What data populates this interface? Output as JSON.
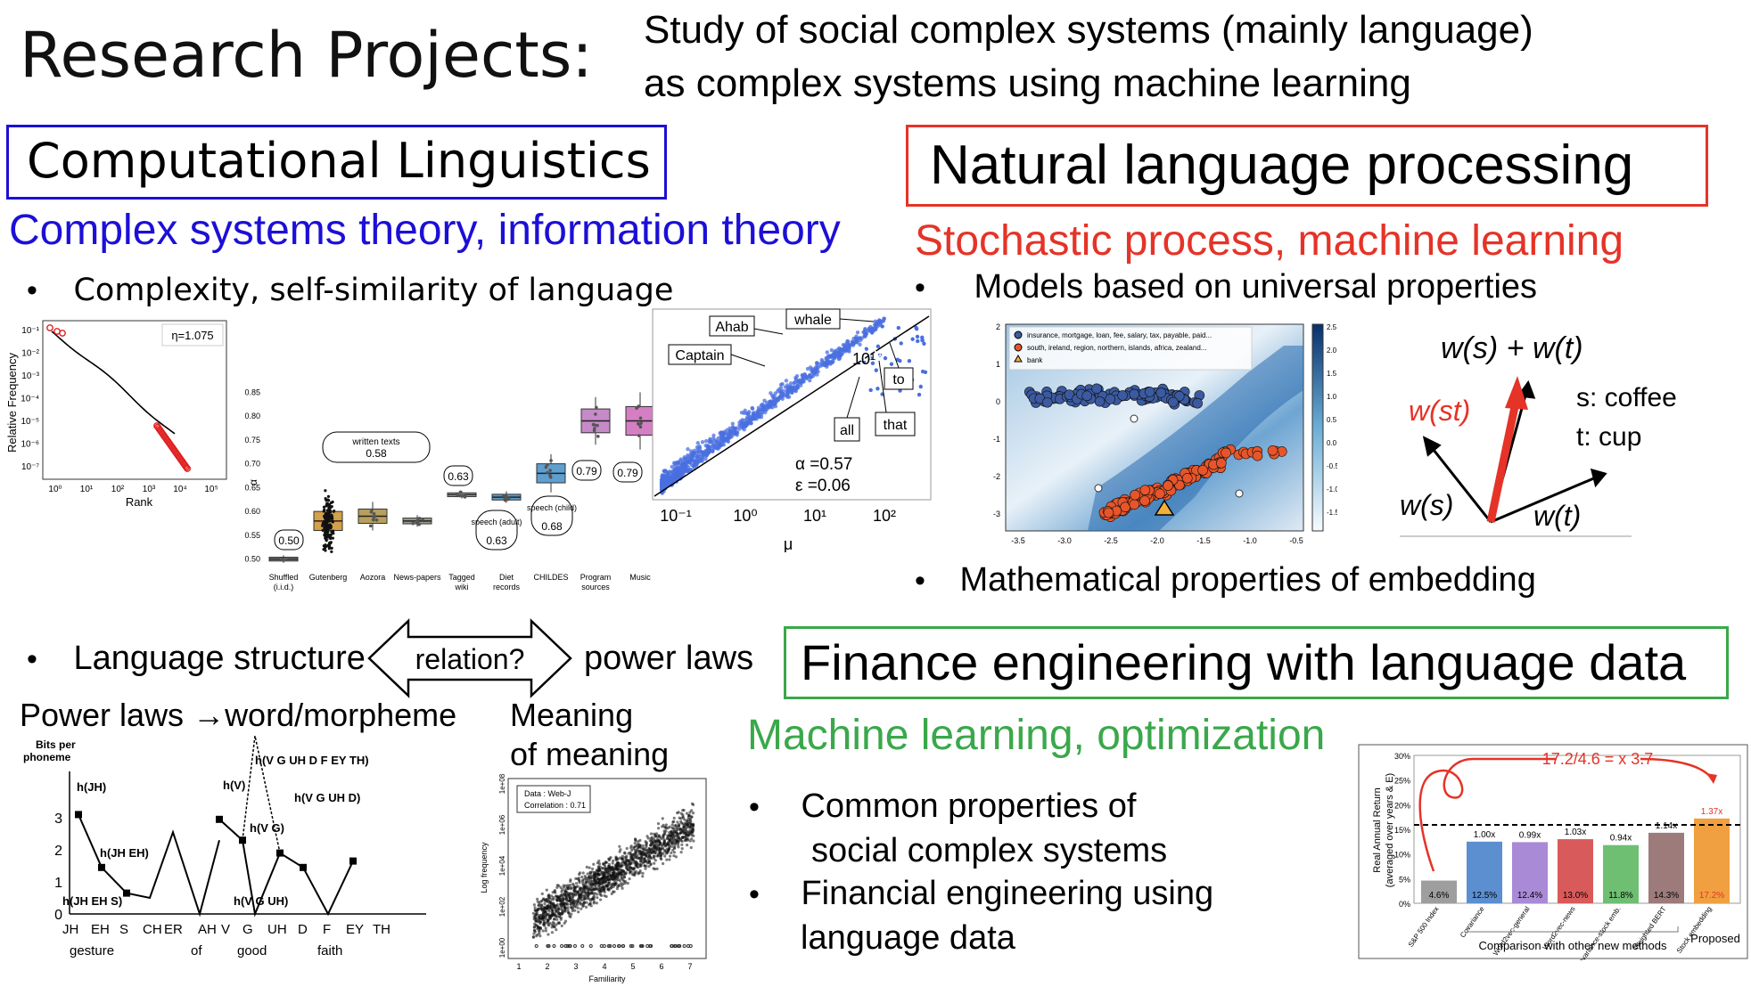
{
  "title": "Research Projects:",
  "subtitle_lines": [
    "Study of social complex systems (mainly language)",
    "as complex systems using machine learning"
  ],
  "left": {
    "box_title": "Computational Linguistics",
    "heading": "Complex systems theory, information theory",
    "bullet1": "Complexity,  self-similarity of language",
    "bullet2": "Language structure",
    "relation": "relation?",
    "power_laws": "power laws",
    "power_laws_word": "Power laws →word/morpheme",
    "meaning_line1": "Meaning",
    "meaning_line2": "of meaning"
  },
  "right": {
    "box_title": "Natural language processing",
    "heading": "Stochastic process, machine learning",
    "bullet1": "Models based on  universal properties",
    "bullet2": "Mathematical properties  of  embedding"
  },
  "finance": {
    "box_title": "Finance engineering with language data",
    "heading": "Machine learning, optimization",
    "bullet1_line1": "Common properties of",
    "bullet1_line2": "social complex systems",
    "bullet2_line1": "Financial engineering using",
    "bullet2_line2": "language data"
  },
  "zipf_plot": {
    "annotation": "η=1.075",
    "xlabel": "Rank",
    "ylabel": "Relative Frequency",
    "yticks": [
      "10⁻¹",
      "10⁻²",
      "10⁻³",
      "10⁻⁴",
      "10⁻⁵",
      "10⁻⁶",
      "10⁻⁷"
    ],
    "xticks": [
      "10⁰",
      "10¹",
      "10²",
      "10³",
      "10⁴",
      "10⁵"
    ]
  },
  "box_plot": {
    "ylabel": "α",
    "yticks": [
      "0.85",
      "0.80",
      "0.75",
      "0.70",
      "0.65",
      "0.60",
      "0.55",
      "0.50"
    ],
    "categories": [
      "Shuffled (i.i.d.)",
      "Gutenberg",
      "Aozora",
      "News-papers",
      "Tagged wiki",
      "Diet records",
      "CHILDES",
      "Program sources",
      "Music"
    ],
    "medians": [
      0.5,
      0.58,
      0.59,
      0.58,
      0.635,
      0.63,
      0.68,
      0.79,
      0.79
    ],
    "colors": [
      "#8a8a8a",
      "#d4a04a",
      "#b8a05c",
      "#9a9a8a",
      "#b0b0b0",
      "#5a9bc7",
      "#5f9fd0",
      "#c58ac7",
      "#d47fc4"
    ],
    "labels": [
      "0.50",
      "written texts",
      "0.58",
      "0.63",
      "speech (adult)",
      "0.63",
      "speech (child)",
      "0.68",
      "0.79",
      "0.79"
    ]
  },
  "scatter_plot": {
    "labels": [
      "Ahab",
      "whale",
      "Captain",
      "to",
      "all",
      "that"
    ],
    "alpha": "α =0.57",
    "epsilon": "ε =0.06",
    "xlabel": "μ",
    "xticks": [
      "10⁻¹",
      "10⁰",
      "10¹",
      "10²"
    ],
    "ytick": "10¹"
  },
  "embedding_plot": {
    "legend": [
      "insurance, mortgage, loan, fee, salary, tax, payable, paid...",
      "south, ireland, region, northern, islands, africa, zealand...",
      "bank"
    ],
    "xticks": [
      "-3.5",
      "-3.0",
      "-2.5",
      "-2.0",
      "-1.5",
      "-1.0",
      "-0.5"
    ],
    "yticks": [
      "2",
      "1",
      "0",
      "-1",
      "-2",
      "-3"
    ],
    "cbar_ticks": [
      "2.5",
      "2.0",
      "1.5",
      "1.0",
      "0.5",
      "0.0",
      "-0.5",
      "-1.0",
      "-1.5"
    ]
  },
  "vector_diagram": {
    "sum": "w(s) + w(t)",
    "st": "w(st)",
    "ws": "w(s)",
    "wt": "w(t)",
    "s_label": "s: coffee",
    "t_label": "t:  cup"
  },
  "phoneme_plot": {
    "ylabel_line1": "Bits per",
    "ylabel_line2": "phoneme",
    "yticks": [
      "3",
      "2",
      "1",
      "0"
    ],
    "labels": [
      "h(JH)",
      "h(JH EH)",
      "h(JH EH S)",
      "h(V)",
      "h(V G)",
      "h(V G UH D)",
      "h(V G UH D F EY TH)",
      "h(V G UH)"
    ],
    "phonemes": [
      "JH",
      "EH",
      "S",
      "CH",
      "ER",
      "AH",
      "V",
      "G",
      "UH",
      "D",
      "F",
      "EY",
      "TH"
    ],
    "words": [
      "gesture",
      "of",
      "good",
      "faith"
    ]
  },
  "freq_plot": {
    "legend_line1": "Data : Web-J",
    "legend_line2": "Correlation : 0.71",
    "xlabel": "Familiarity",
    "ylabel": "Log frequency",
    "xticks": [
      "1",
      "2",
      "3",
      "4",
      "5",
      "6",
      "7"
    ],
    "yticks": [
      "1e+00",
      "1e+02",
      "1e+04",
      "1e+06",
      "1e+08"
    ]
  },
  "finance_chart": {
    "ratio": "17.2/4.6 = x 3.7",
    "ylabel_line1": "Real Annual Return",
    "ylabel_line2": "(averaged over years & E)",
    "yticks": [
      "30%",
      "25%",
      "20%",
      "15%",
      "10%",
      "5%",
      "0%"
    ],
    "categories": [
      "S&P 500 Index",
      "Covariance",
      "Word2vec-general",
      "Word2vec-news",
      "Covariance-stock emb.",
      "Weighted BERT",
      "Stock embedding"
    ],
    "values": [
      4.6,
      12.5,
      12.4,
      13.0,
      11.8,
      14.3,
      17.2
    ],
    "value_labels": [
      "4.6%",
      "12.5%",
      "12.4%",
      "13.0%",
      "11.8%",
      "14.3%",
      "17.2%"
    ],
    "multipliers": [
      "",
      "1.00x",
      "0.99x",
      "1.03x",
      "0.94x",
      "1.14x",
      "1.37x"
    ],
    "colors": [
      "#9e9e9e",
      "#5b8fd0",
      "#a98ad6",
      "#d95a5a",
      "#6fbf73",
      "#9e7b7b",
      "#f0a040"
    ],
    "group_label": "Comparison with other new methods",
    "proposed": "Proposed"
  }
}
